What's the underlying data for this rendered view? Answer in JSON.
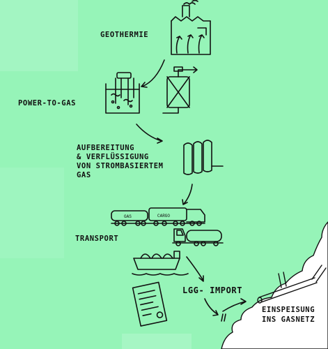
{
  "labels": {
    "geothermie": "GEOTHERMIE",
    "power_to_gas": "POWER-TO-GAS",
    "aufbereitung": [
      "AUFBEREITUNG",
      "& VERFLÜSSIGUNG",
      "VON STROMBASIERTEM",
      "GAS"
    ],
    "transport": "TRANSPORT",
    "lng_import": "LGG- IMPORT",
    "einspeisung": [
      "EINSPEISUNG",
      "INS GASNETZ"
    ]
  },
  "train_labels": {
    "gas_wagon": "GAS",
    "cargo_wagon": "CARGO"
  },
  "colors": {
    "background": "#96f4b8",
    "patch_light": "#a6f6c4",
    "ink": "#111111",
    "coast": "#ffffff"
  }
}
